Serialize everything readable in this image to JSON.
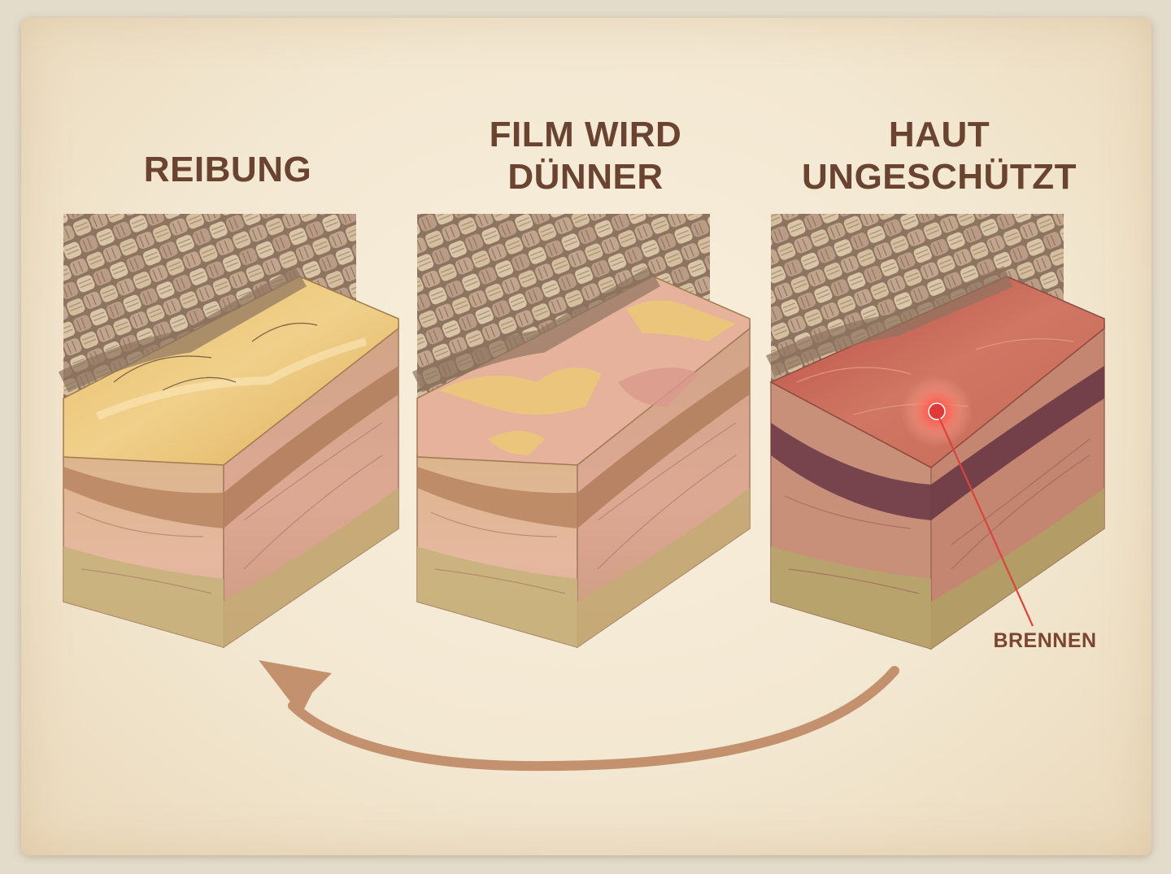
{
  "stages": [
    {
      "id": "reibung",
      "title_lines": [
        "REIBUNG"
      ]
    },
    {
      "id": "film-wird-duenner",
      "title_lines": [
        "FILM WIRD",
        "DÜNNER"
      ]
    },
    {
      "id": "haut-ungeschuetzt",
      "title_lines": [
        "HAUT",
        "UNGESCHÜTZT"
      ]
    }
  ],
  "callout": {
    "label": "BRENNEN"
  },
  "colors": {
    "title_text": "#6b4331",
    "paper": "#f4ead6",
    "burn_point": "#e0393a",
    "cycle_arrow": "#c4916f"
  }
}
